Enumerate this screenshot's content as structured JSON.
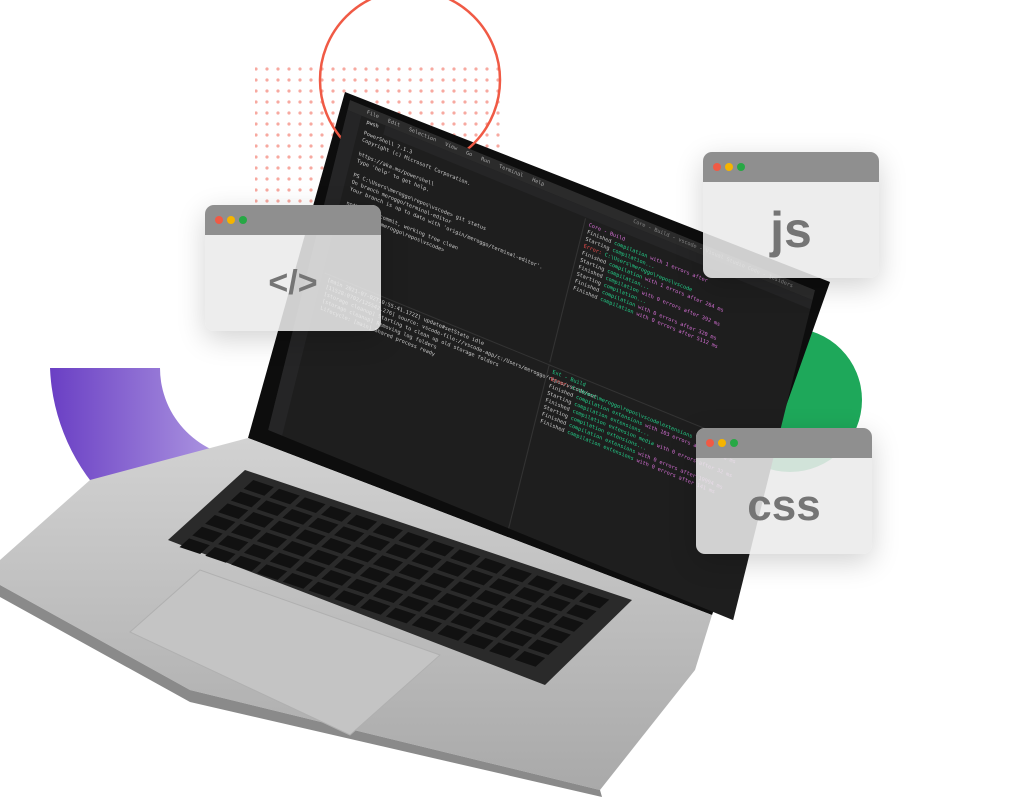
{
  "colors": {
    "ring": "#f05a45",
    "dots": "#f7a9a0",
    "purple": "#7b4fd0",
    "green": "#1ea85a",
    "card_bar": "#8f8f8f",
    "traffic": [
      "#f05a45",
      "#f5b400",
      "#27a845"
    ]
  },
  "screen": {
    "menu": [
      "File",
      "Edit",
      "Selection",
      "View",
      "Go",
      "Run",
      "Terminal",
      "Help"
    ],
    "tab": "pwsh",
    "title": "Core - Build - vscode - Visual Studio Code - Insiders",
    "terminal_lines": [
      "PowerShell 7.1.3",
      "Copyright (c) Microsoft Corporation.",
      "",
      "https://aka.ms/powershell",
      "Type 'help' to get help.",
      "",
      "PS C:\\Users\\meroggo\\repos\\vscode> git status",
      "On branch meroggo/terminal-editor",
      "Your branch is up to date with 'origin/meroggo/terminal-editor'.",
      "",
      "nothing to commit, working tree clean",
      "PS C:\\Users\\meroggo\\repos\\vscode> "
    ],
    "build_tab": "Core - Build",
    "build_lines": [
      [
        "Finished",
        "compilation",
        "with 1 errors after"
      ],
      [
        "Starting",
        "compilation...",
        ""
      ],
      [
        "Error:",
        "C:\\Users\\meroggo\\repos\\vscode",
        ""
      ],
      [
        "Finished",
        "compilation",
        "with 1 errors after 264 ms"
      ],
      [
        "Starting",
        "compilation...",
        ""
      ],
      [
        "Finished",
        "compilation",
        "with 0 errors after 392 ms"
      ],
      [
        "Starting",
        "compilation...",
        ""
      ],
      [
        "Finished",
        "compilation",
        "with 0 errors after 320 ms"
      ],
      [
        "Finished",
        "compilation",
        "with 0 errors after 5112 ms"
      ]
    ],
    "ext_tab": "Ext - Build",
    "ext_lines": [
      [
        "Error:",
        "C:\\Users\\meroggo\\repos\\vscode\\extensions",
        ""
      ],
      [
        "Finished",
        "compilation extensions",
        "with 103 errors after 47958 ms"
      ],
      [
        "Starting",
        "compilation extensions...",
        ""
      ],
      [
        "Finished",
        "compilation extension media",
        "with 0 errors after 32 ms"
      ],
      [
        "Starting",
        "compilation extensions...",
        ""
      ],
      [
        "Finished",
        "compilation extensions",
        "with 0 errors after 19994 ms"
      ],
      [
        "Finished",
        "compilation extensions",
        "with 0 errors after 141 ms"
      ]
    ],
    "log_lines": [
      "[main 2021-07-02T10:55:41.172Z] update#setState idle",
      "[11528:0702/125542.276] source: vscode-file://vscode-app/c:/Users/meroggo/repos/vscode/out",
      "[storage cleanup] Starting to clean up old storage folders",
      "[storage cleanup] Removing log folders",
      "Lifecycle: [main] Shared process ready"
    ]
  },
  "cards": {
    "code": "</>",
    "js": "js",
    "css": "css"
  }
}
